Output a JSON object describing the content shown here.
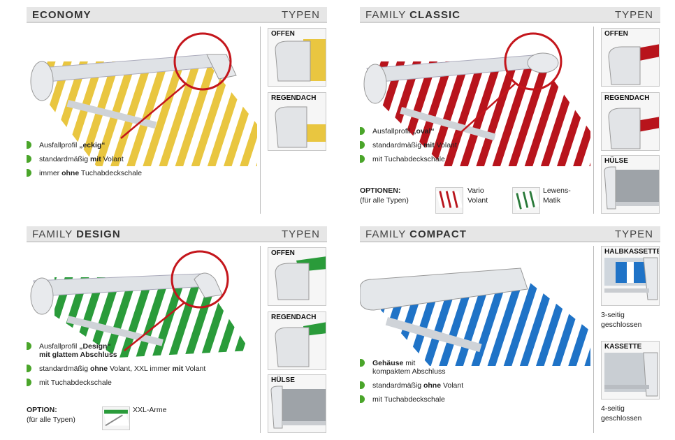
{
  "typen_label": "TYPEN",
  "panels": {
    "economy": {
      "title_plain": "",
      "title_bold": "ECONOMY",
      "features": [
        {
          "pre": "Ausfallprofil ",
          "bold": "„eckig“",
          "post": ""
        },
        {
          "pre": "standardmäßig ",
          "bold": "mit",
          "post": " Volant"
        },
        {
          "pre": "immer ",
          "bold": "ohne",
          "post": " Tuchabdeckschale"
        }
      ],
      "thumbs": [
        "OFFEN",
        "REGENDACH"
      ],
      "stripe_color": "#e9c640"
    },
    "classic": {
      "title_plain": "FAMILY ",
      "title_bold": "CLASSIC",
      "features": [
        {
          "pre": "Ausfallprofil ",
          "bold": "„oval“",
          "post": ""
        },
        {
          "pre": "standardmäßig ",
          "bold": "mit",
          "post": " Volant"
        },
        {
          "pre": "mit Tuchabdeckschale",
          "bold": "",
          "post": ""
        }
      ],
      "options_label": "OPTIONEN:",
      "options_sub": "(für alle Typen)",
      "options": [
        {
          "line1": "Vario",
          "line2": "Volant"
        },
        {
          "line1": "Lewens-",
          "line2": "Matik"
        }
      ],
      "thumbs": [
        "OFFEN",
        "REGENDACH",
        "HÜLSE"
      ],
      "stripe_color": "#b8141c"
    },
    "design": {
      "title_plain": "FAMILY ",
      "title_bold": "DESIGN",
      "features": [
        {
          "pre": "Ausfallprofil ",
          "bold": "„Design“",
          "post": "",
          "line2_bold": "mit glattem Abschluss"
        },
        {
          "pre": "standardmäßig ",
          "bold": "ohne",
          "post": " Volant, XXL immer ",
          "bold2": "mit",
          "post2": " Volant"
        },
        {
          "pre": "mit Tuchabdeckschale",
          "bold": "",
          "post": ""
        }
      ],
      "options_label": "OPTION:",
      "options_sub": "(für alle Typen)",
      "options": [
        {
          "line1": "XXL-Arme",
          "line2": ""
        }
      ],
      "thumbs": [
        "OFFEN",
        "REGENDACH",
        "HÜLSE"
      ],
      "stripe_color": "#2a9b3a"
    },
    "compact": {
      "title_plain": "FAMILY ",
      "title_bold": "COMPACT",
      "features": [
        {
          "pre": "",
          "bold": "Gehäuse",
          "post": " mit",
          "line2": "kompaktem Abschluss"
        },
        {
          "pre": "standardmäßig ",
          "bold": "ohne",
          "post": " Volant"
        },
        {
          "pre": "mit Tuchabdeckschale",
          "bold": "",
          "post": ""
        }
      ],
      "thumbs": [
        {
          "label": "HALBKASSETTE",
          "cap1": "3-seitig",
          "cap2": "geschlossen"
        },
        {
          "label": "KASSETTE",
          "cap1": "4-seitig",
          "cap2": "geschlossen"
        }
      ],
      "stripe_color": "#1f73c7"
    }
  },
  "colors": {
    "bullet": "#4aa52a",
    "highlight_circle": "#c4161c",
    "header_bg": "#e6e6e6"
  }
}
